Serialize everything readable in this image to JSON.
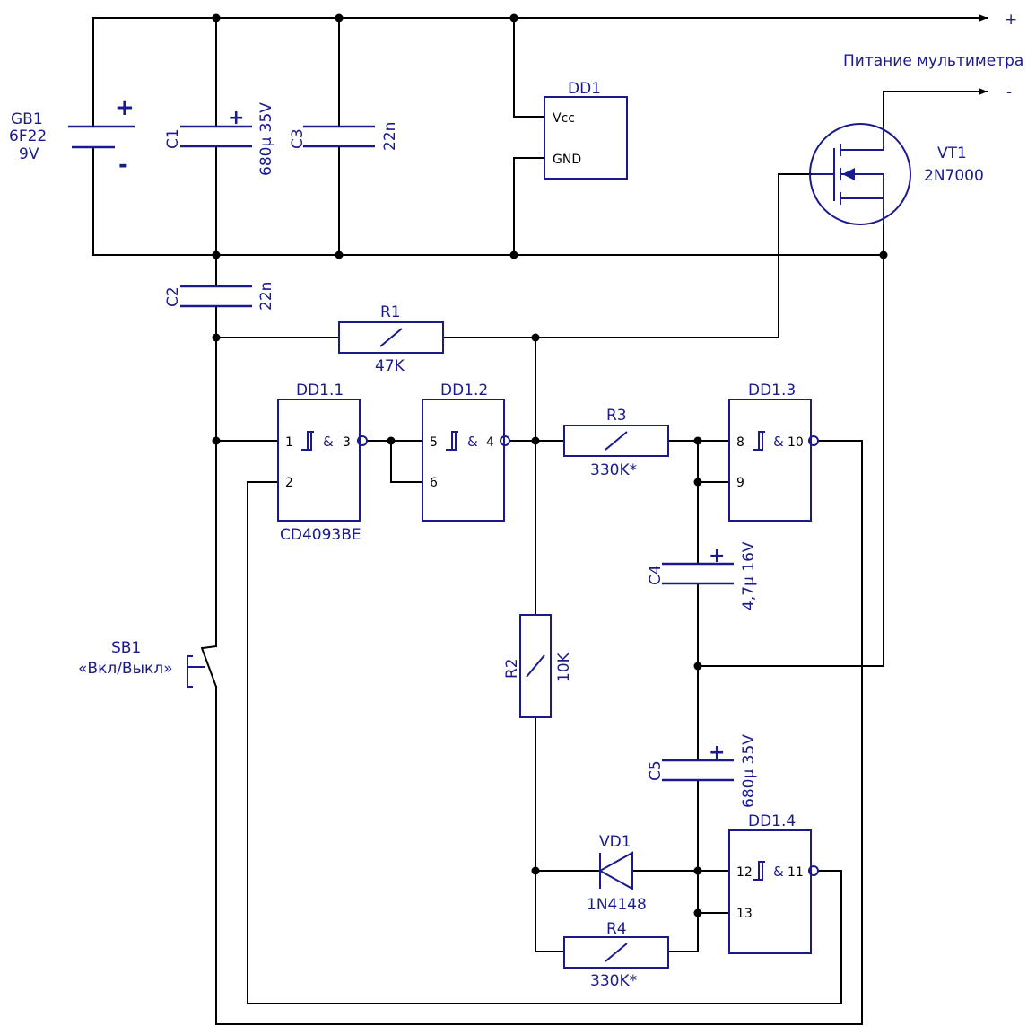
{
  "battery": {
    "ref": "GB1",
    "type": "6F22",
    "voltage": "9V",
    "plus": "+",
    "minus": "-"
  },
  "capacitors": {
    "c1": {
      "ref": "C1",
      "value": "680µ 35V",
      "plus": "+"
    },
    "c3": {
      "ref": "C3",
      "value": "22n"
    },
    "c2": {
      "ref": "C2",
      "value": "22n"
    },
    "c4": {
      "ref": "C4",
      "value": "4,7µ 16V",
      "plus": "+"
    },
    "c5": {
      "ref": "C5",
      "value": "680µ 35V",
      "plus": "+"
    }
  },
  "resistors": {
    "r1": {
      "ref": "R1",
      "value": "47K"
    },
    "r2": {
      "ref": "R2",
      "value": "10K"
    },
    "r3": {
      "ref": "R3",
      "value": "330K*"
    },
    "r4": {
      "ref": "R4",
      "value": "330K*"
    }
  },
  "dd1": {
    "ref": "DD1",
    "vcc": "Vcc",
    "gnd": "GND"
  },
  "gates": {
    "g1": {
      "ref": "DD1.1",
      "part": "CD4093BE",
      "in1": "1",
      "in2": "2",
      "out": "3",
      "and": "&"
    },
    "g2": {
      "ref": "DD1.2",
      "in1": "5",
      "in2": "6",
      "out": "4",
      "and": "&"
    },
    "g3": {
      "ref": "DD1.3",
      "in1": "8",
      "in2": "9",
      "out": "10",
      "and": "&"
    },
    "g4": {
      "ref": "DD1.4",
      "in1": "12",
      "in2": "13",
      "out": "11",
      "and": "&"
    }
  },
  "transistor": {
    "ref": "VT1",
    "type": "2N7000"
  },
  "diode": {
    "ref": "VD1",
    "type": "1N4148"
  },
  "switch": {
    "ref": "SB1",
    "label": "«Вкл/Выкл»"
  },
  "output": {
    "title": "Питание мультиметра",
    "plus": "+",
    "minus": "-"
  }
}
